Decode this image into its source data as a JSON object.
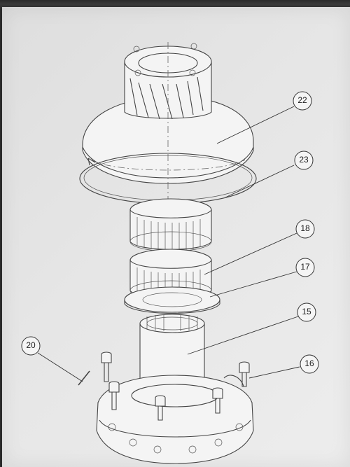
{
  "callouts": {
    "c22": "22",
    "c23": "23",
    "c18": "18",
    "c17": "17",
    "c15": "15",
    "c16": "16",
    "c20": "20"
  },
  "colors": {
    "paper": "#e6e6e6",
    "ink": "#444444",
    "background": "#2a2a2a"
  }
}
